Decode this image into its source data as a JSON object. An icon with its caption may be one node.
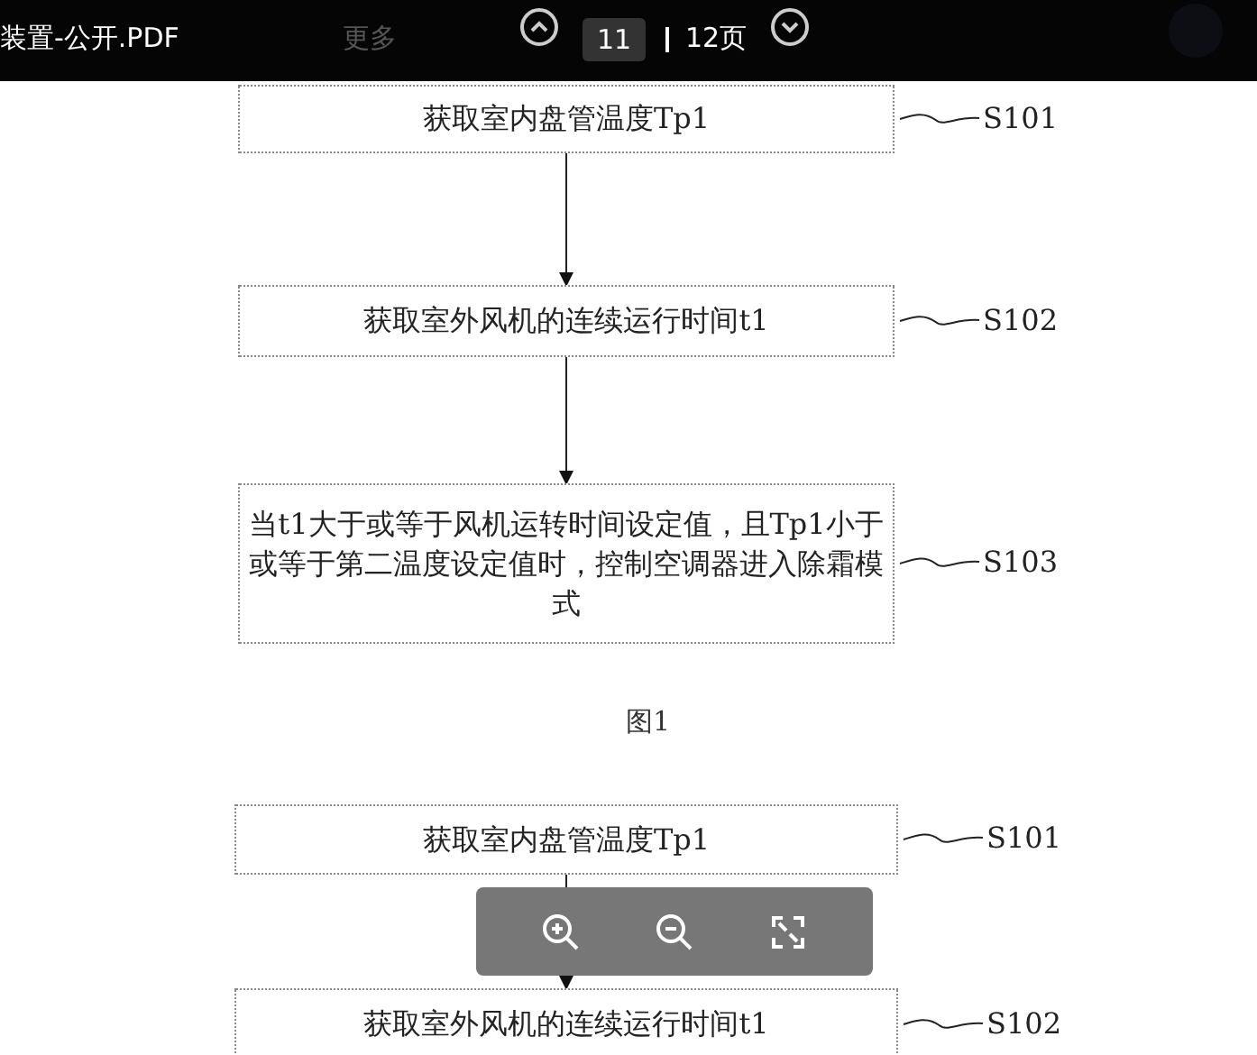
{
  "diagram": {
    "nodes": [
      {
        "text": [
          "获取室内盘管温度Tp1"
        ]
      },
      {
        "text": [
          "S101"
        ]
      },
      {
        "text": [
          "获取室外风机的连续运行时间t1"
        ]
      },
      {
        "text": [
          "S102"
        ]
      },
      {
        "text": [
          "当t1大于或等于风机运转时间设定值，且Tp1小于或等于第二温度设定值时，控制空调器进入除霜模式"
        ]
      },
      {
        "text": [
          "S103"
        ]
      },
      {
        "text": [
          "获取室内盘管温度Tp1"
        ]
      },
      {
        "text": [
          "S101"
        ]
      },
      {
        "text": [
          "获取室外风机的连续运行时间t1"
        ]
      },
      {
        "text": [
          "S102"
        ]
      }
    ],
    "edges": [
      {
        "from": 0,
        "to": 2,
        "arrow": "to"
      },
      {
        "from": 2,
        "to": 4,
        "arrow": "to"
      },
      {
        "from": 6,
        "to": 8,
        "arrow": "to"
      },
      {
        "from": 1,
        "to": 0,
        "arrow": "none"
      },
      {
        "from": 3,
        "to": 2,
        "arrow": "none"
      },
      {
        "from": 5,
        "to": 4,
        "arrow": "none"
      },
      {
        "from": 7,
        "to": 6,
        "arrow": "none"
      },
      {
        "from": 9,
        "to": 8,
        "arrow": "none"
      }
    ],
    "labels": [
      "装置-公开.PDF",
      "更多",
      "11",
      "12页",
      "图1"
    ]
  }
}
